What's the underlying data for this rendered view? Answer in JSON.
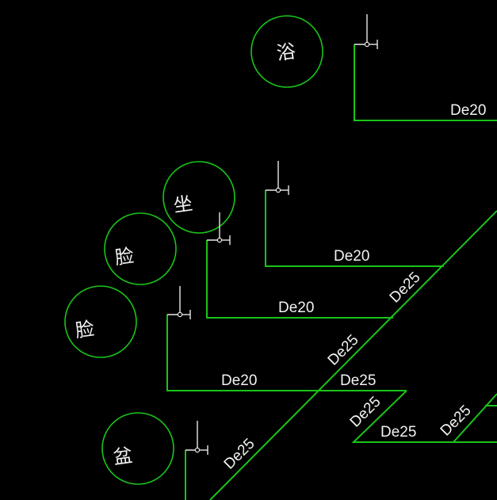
{
  "colors": {
    "background": "#000000",
    "pipe": "#19c419",
    "riser": "#e8e8e8",
    "text": "#f2f2f2"
  },
  "fixtures": {
    "bath": "浴",
    "toilet": "坐",
    "basin_upper": "脸",
    "basin_lower": "脸",
    "sink": "盆"
  },
  "pipe_labels": {
    "top_branch": "De20",
    "toilet_branch": "De20",
    "basin_upper_branch": "De20",
    "basin_lower_branch": "De20",
    "main_upper": "De25",
    "main_middle": "De25",
    "main_mid_horizontal": "De25",
    "main_lower_diag": "De25",
    "bottom_horizontal": "De25",
    "right_diag": "De25",
    "sink_diag": "De25"
  }
}
